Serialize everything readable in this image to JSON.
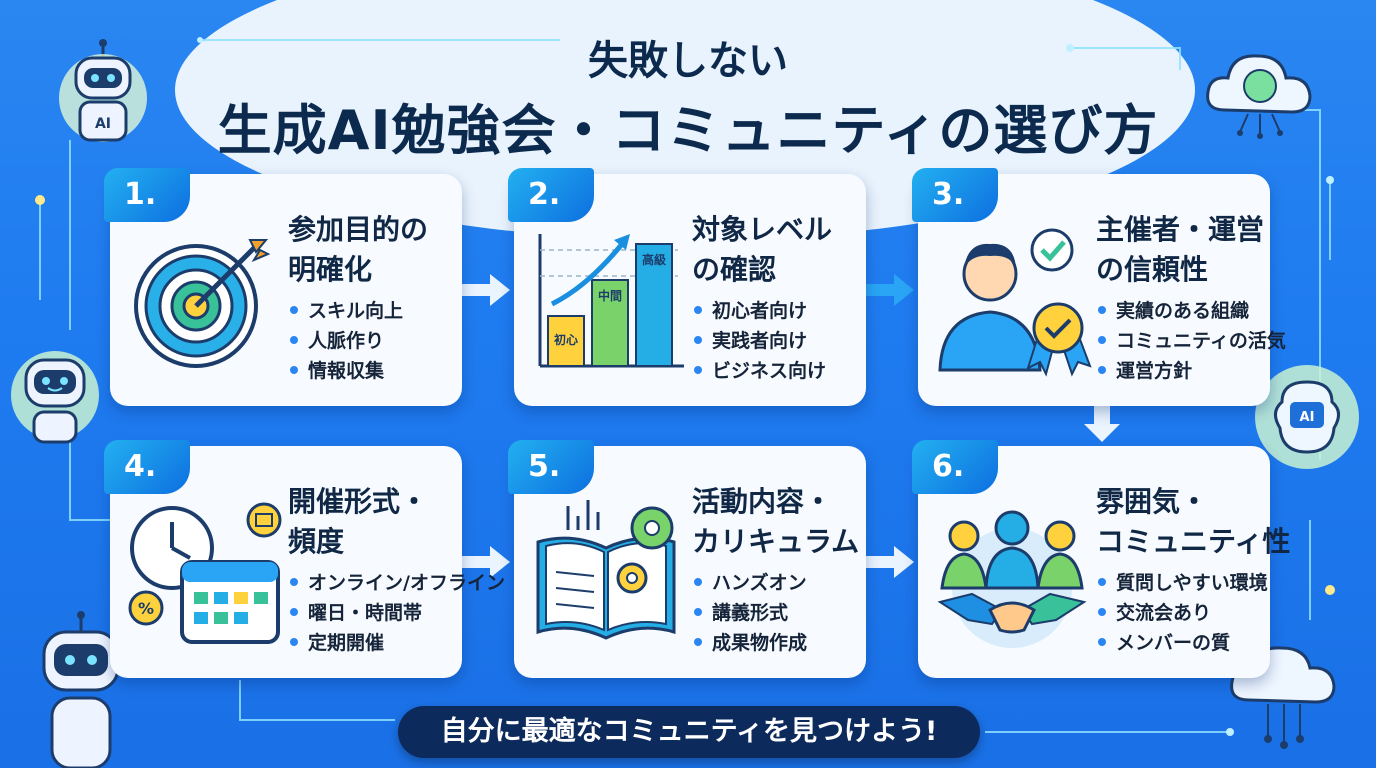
{
  "title": {
    "line1": "失敗しない",
    "line2": "生成AI勉強会・コミュニティの選び方"
  },
  "cards": [
    {
      "number": "1.",
      "title": [
        "参加目的の",
        "明確化"
      ],
      "bullets": [
        "スキル向上",
        "人脈作り",
        "情報収集"
      ],
      "icon": "target-icon"
    },
    {
      "number": "2.",
      "title": [
        "対象レベル",
        "の確認"
      ],
      "bullets": [
        "初心者向け",
        "実践者向け",
        "ビジネス向け"
      ],
      "icon": "level-bar-chart-icon",
      "chart_labels": [
        "初心",
        "中間",
        "高級"
      ]
    },
    {
      "number": "3.",
      "title": [
        "主催者・運営",
        "の信頼性"
      ],
      "bullets": [
        "実績のある組織",
        "コミュニティの活気",
        "運営方針"
      ],
      "icon": "trusted-person-icon"
    },
    {
      "number": "4.",
      "title": [
        "開催形式・",
        "頻度"
      ],
      "bullets": [
        "オンライン/オフライン",
        "曜日・時間帯",
        "定期開催"
      ],
      "icon": "clock-calendar-icon"
    },
    {
      "number": "5.",
      "title": [
        "活動内容・",
        "カリキュラム"
      ],
      "bullets": [
        "ハンズオン",
        "講義形式",
        "成果物作成"
      ],
      "icon": "book-gear-icon"
    },
    {
      "number": "6.",
      "title": [
        "雰囲気・",
        "コミュニティ性"
      ],
      "bullets": [
        "質問しやすい環境",
        "交流会あり",
        "メンバーの質"
      ],
      "icon": "handshake-icon"
    }
  ],
  "cta": "自分に最適なコミュニティを見つけよう!",
  "mascots": {
    "robot_badge": "AI",
    "brain_badge": "AI"
  },
  "colors": {
    "accent": "#2a86f0",
    "navy": "#0d2a5c",
    "card": "#f7fbff",
    "title": "#0c2a4d"
  }
}
